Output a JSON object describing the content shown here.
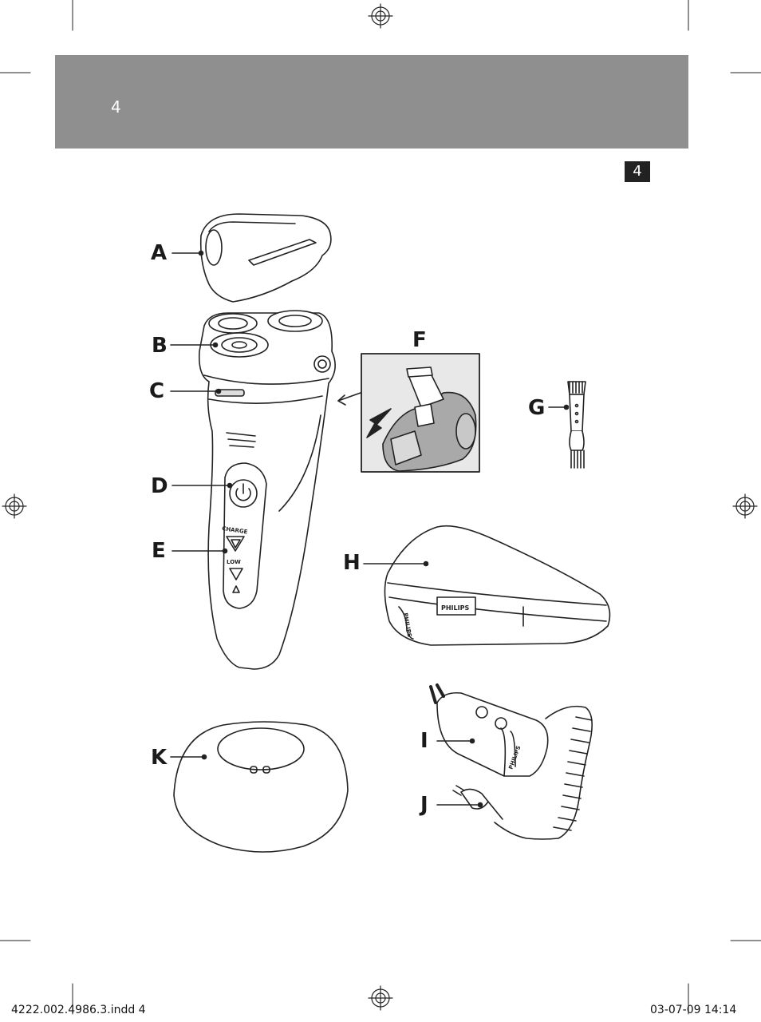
{
  "header": {
    "page_number": "4"
  },
  "badge": {
    "text": "4"
  },
  "parts": [
    {
      "letter": "A",
      "name": "protection-cap"
    },
    {
      "letter": "B",
      "name": "shaving-unit"
    },
    {
      "letter": "C",
      "name": "shaving-unit-release-button"
    },
    {
      "letter": "D",
      "name": "on-off-button"
    },
    {
      "letter": "E",
      "name": "battery-charge-indicator"
    },
    {
      "letter": "F",
      "name": "trimmer"
    },
    {
      "letter": "G",
      "name": "cleaning-brush"
    },
    {
      "letter": "H",
      "name": "pouch"
    },
    {
      "letter": "I",
      "name": "adapter"
    },
    {
      "letter": "J",
      "name": "appliance-plug"
    },
    {
      "letter": "K",
      "name": "charging-stand"
    }
  ],
  "printed": {
    "charge": "CHARGE",
    "low": "LOW",
    "brand_pouch": "PHILIPS",
    "brand_tag": "PHILIPS",
    "brand_adapter": "PHILIPS"
  },
  "footer": {
    "file": "4222.002.4986.3.indd   4",
    "date": "03-07-09   14:14"
  }
}
